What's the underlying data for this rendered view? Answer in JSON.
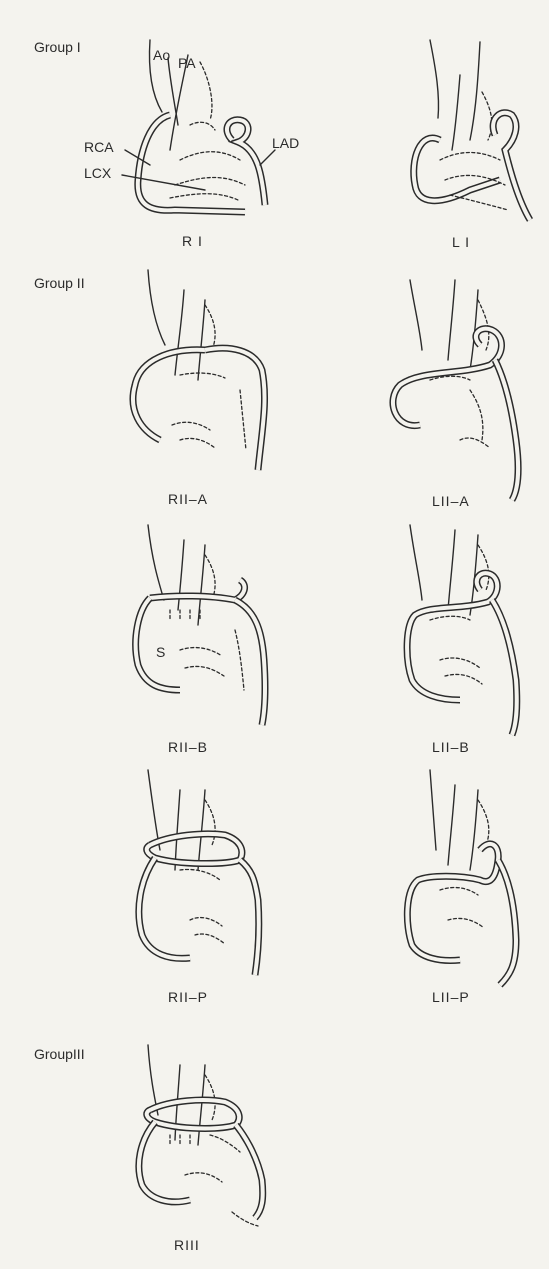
{
  "groups": {
    "g1": "Group I",
    "g2": "Group II",
    "g3": "GroupIII"
  },
  "labels": {
    "ao": "Ao",
    "pa": "PA",
    "rca": "RCA",
    "lad": "LAD",
    "lcx": "LCX",
    "s": "S"
  },
  "captions": {
    "r1": "R I",
    "l1": "L I",
    "r2a": "RII–A",
    "l2a": "LII–A",
    "r2b": "RII–B",
    "l2b": "LII–B",
    "r2p": "RII–P",
    "l2p": "LII–P",
    "r3": "RIII"
  },
  "colors": {
    "background": "#f4f3ee",
    "ink": "#2b2b2b"
  }
}
